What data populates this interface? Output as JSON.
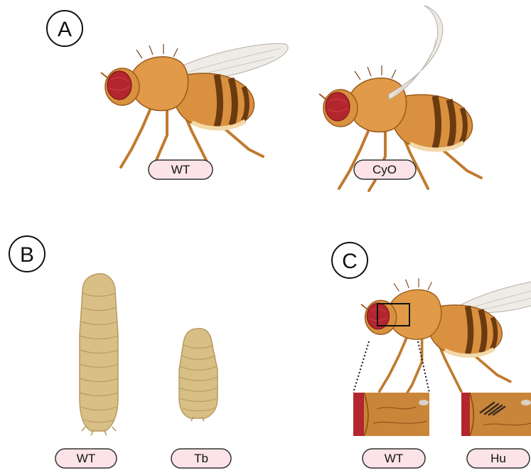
{
  "colors": {
    "fly_body": "#d9913f",
    "fly_dark": "#9a5a1c",
    "fly_stripe": "#6b3a10",
    "eye": "#b3262d",
    "wing": "#e9e4df",
    "larva": "#d8bf86",
    "larva_line": "#b89a5f",
    "pill_fill": "#fbe3e8",
    "pill_stroke": "#333333"
  },
  "panels": {
    "a": {
      "letter": "A",
      "labels": [
        "WT",
        "CyO"
      ]
    },
    "b": {
      "letter": "B",
      "labels": [
        "WT",
        "Tb"
      ]
    },
    "c": {
      "letter": "C",
      "labels": [
        "WT",
        "Hu"
      ]
    }
  }
}
